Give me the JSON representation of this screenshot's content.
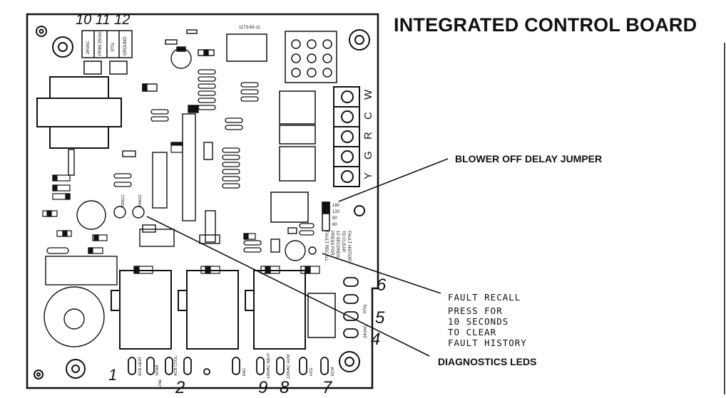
{
  "title": "INTEGRATED CONTROL BOARD",
  "callouts": {
    "blower_off_delay": "BLOWER OFF DELAY JUMPER",
    "fault_recall": [
      "FAULT RECALL",
      "PRESS FOR",
      "10 SECONDS",
      "TO CLEAR",
      "FAULT HISTORY"
    ],
    "diagnostics_leds": "DIAGNOSTICS LEDS"
  },
  "terminal_letters": [
    "W",
    "C",
    "R",
    "G",
    "Y"
  ],
  "handwritten": {
    "top": "10 11 12",
    "right_6": "6",
    "right_5": "5",
    "right_4": "4",
    "bottom_1": "1",
    "bottom_2": "2",
    "bottom_9": "9",
    "bottom_8": "8",
    "bottom_7": "7"
  },
  "silkscreen": {
    "top_connectors": [
      "24VAC",
      "PRIM 25VAC",
      "RTS",
      "GROUND"
    ],
    "bottom_connectors": [
      "ACB HEAT",
      "XFMR",
      "LINE",
      "ACB COOL",
      "EAC",
      "120VAC NEUT",
      "120VAC HUM",
      "HTG",
      "ECM"
    ],
    "part_number": "1173-83-11",
    "led_labels": [
      "DIAG1",
      "DIAG2"
    ],
    "fault_recall_label": [
      "FAULT RECALL",
      "PRESS FOR",
      "10 SECONDS",
      "TO CLEAR",
      "FAULT HISTORY"
    ],
    "jumper_positions": [
      "60",
      "90",
      "120",
      "180"
    ],
    "right_pins": [
      "RTN",
      "24VAC"
    ]
  }
}
